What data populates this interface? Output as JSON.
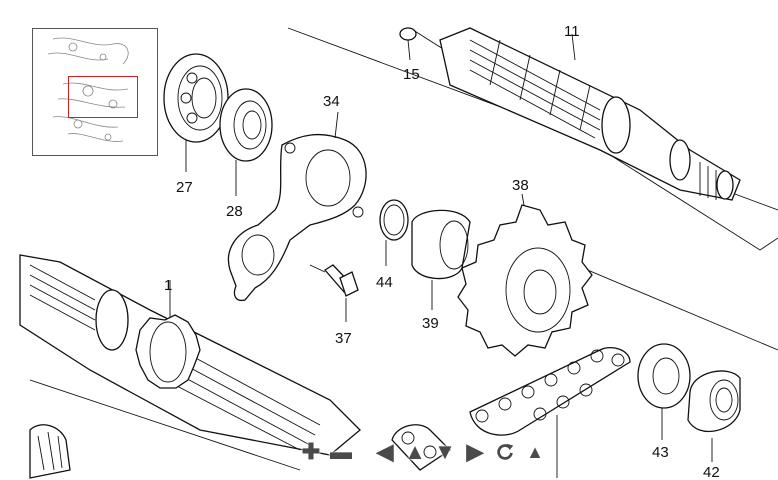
{
  "parts": {
    "p1": "1",
    "p11": "11",
    "p15": "15",
    "p27": "27",
    "p28": "28",
    "p34": "34",
    "p37": "37",
    "p38": "38",
    "p39": "39",
    "p42": "42",
    "p43": "43",
    "p44": "44"
  },
  "toolbar": {
    "zoom_in_icon": "plus-icon",
    "zoom_out_icon": "minus-icon",
    "pan_left_icon": "arrow-left-icon",
    "pan_up_icon": "arrow-up-icon",
    "pan_down_icon": "arrow-down-icon",
    "pan_right_icon": "arrow-right-icon",
    "reset_icon": "reset-rotate-icon",
    "collapse_icon": "chevron-up-icon"
  },
  "colors": {
    "highlight": "#d21f1f",
    "toolbar_icon": "#4a4a4a"
  }
}
